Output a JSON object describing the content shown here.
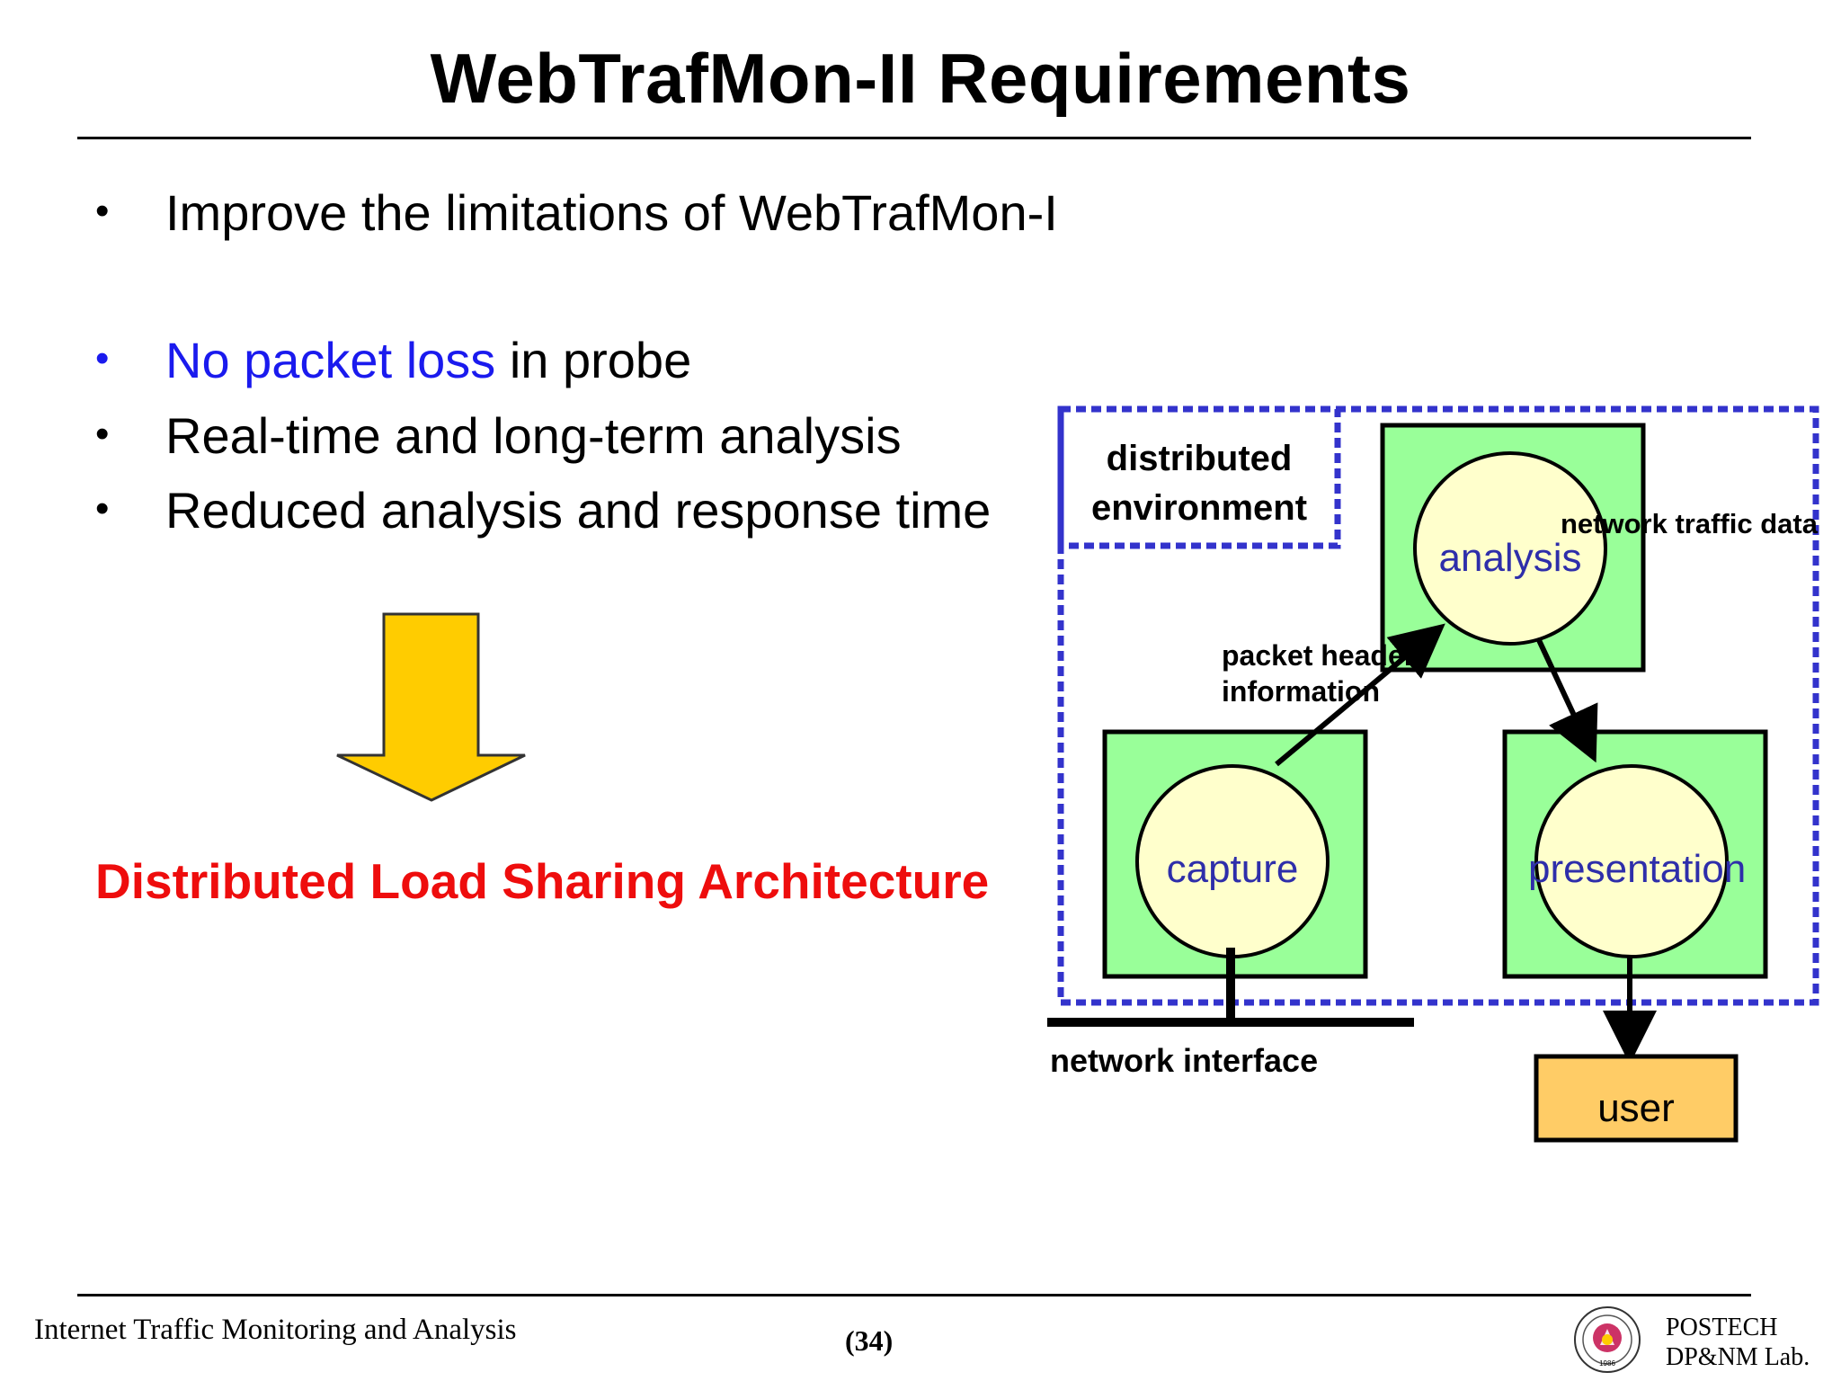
{
  "slide": {
    "title": "WebTrafMon-II Requirements",
    "bullets": [
      {
        "text": "Improve the limitations of WebTrafMon-I"
      },
      {
        "highlight": "No packet loss",
        "rest": " in probe"
      },
      {
        "text": "Real-time and long-term analysis"
      },
      {
        "text": "Reduced analysis and response time"
      }
    ],
    "bullet_symbol": "•",
    "conclusion": "Distributed Load Sharing Architecture"
  },
  "diagram": {
    "environment_label_line1": "distributed",
    "environment_label_line2": "environment",
    "nodes": {
      "analysis": "analysis",
      "capture": "capture",
      "presentation": "presentation",
      "user": "user"
    },
    "edge_labels": {
      "packet_header_line1": "packet header",
      "packet_header_line2": "information",
      "network_traffic_data": "network traffic data",
      "network_interface": "network interface"
    }
  },
  "footer": {
    "course": "Internet Traffic Monitoring and Analysis",
    "page": "(34)",
    "lab_line1": "POSTECH",
    "lab_line2": "DP&NM Lab.",
    "seal_text": "1986"
  },
  "colors": {
    "highlight_blue": "#1a1aee",
    "conclusion_red": "#ee0d0d",
    "arrow_yellow": "#ffcc00",
    "node_box_green": "#99ff99",
    "node_circle": "#ffffcc",
    "user_box": "#ffcc66",
    "dashed_border": "#3333cc"
  }
}
